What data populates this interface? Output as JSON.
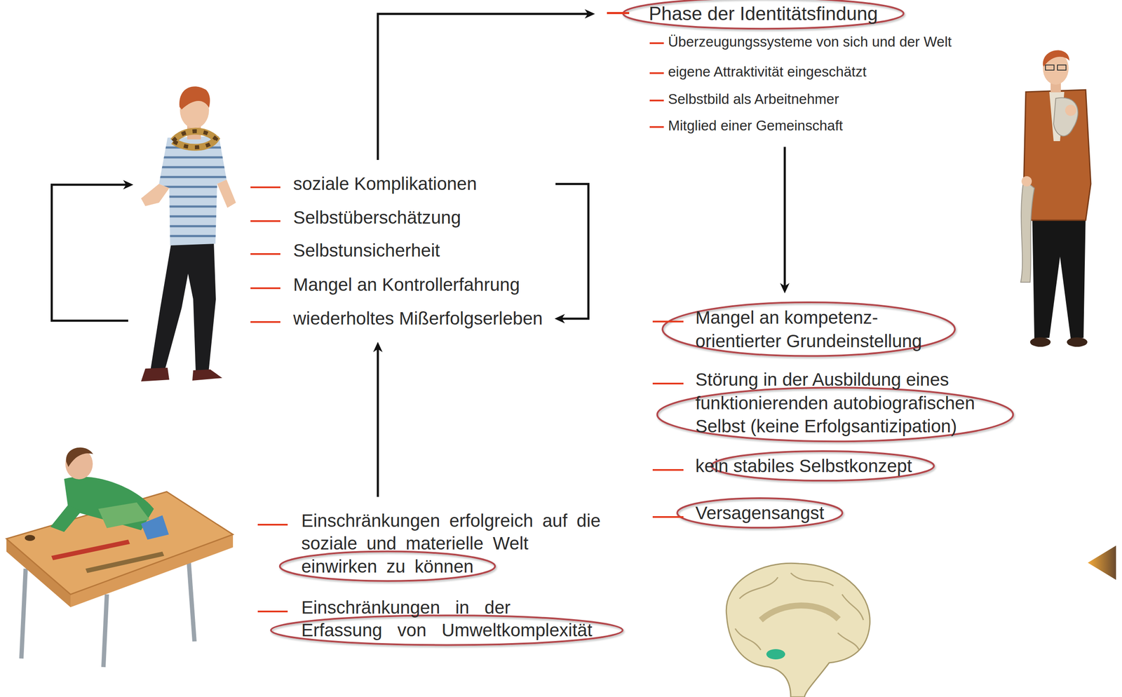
{
  "diagram": {
    "nodes": [
      {
        "text": [
          "Phase der Identitätsfindung",
          "Überzeugungssysteme von sich und der Welt",
          "eigene Attraktivität eingeschätzt",
          "Selbstbild als Arbeitnehmer",
          "Mitglied einer Gemeinschaft"
        ]
      },
      {
        "text": [
          "soziale Komplikationen",
          "Selbstüberschätzung",
          "Selbstunsicherheit",
          "Mangel an Kontrollerfahrung",
          "wiederholtes Mißerfolgserleben"
        ]
      },
      {
        "text": [
          "Mangel an kompetenz- orientierter Grundeinstellung",
          "Störung in der Ausbildung eines funktionierenden autobiografischen Selbst (keine Erfolgsantizipation)",
          "kein stabiles Selbstkonzept",
          "Versagensangst"
        ]
      },
      {
        "text": [
          "Einschränkungen erfolgreich auf die soziale und materielle Welt einwirken zu können",
          "Einschränkungen in der Erfassung von Umweltkomplexität"
        ]
      }
    ],
    "edges": [
      {
        "from": 3,
        "to": 1,
        "arrow": "to"
      },
      {
        "from": 1,
        "to": 0,
        "arrow": "to"
      },
      {
        "from": 0,
        "to": 2,
        "arrow": "to"
      },
      {
        "from": 1,
        "to": 1,
        "arrow": "to"
      }
    ]
  }
}
